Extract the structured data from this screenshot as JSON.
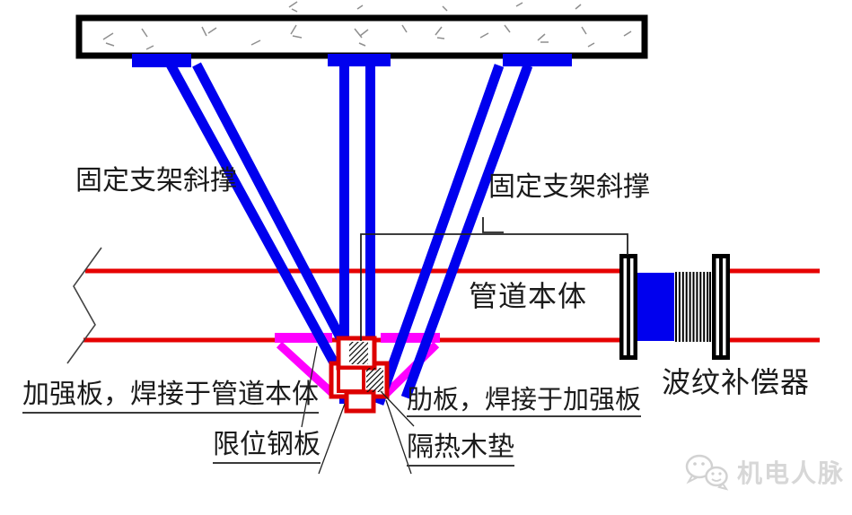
{
  "drawing": {
    "labels": {
      "left_brace": "固定支架斜撑",
      "right_brace": "固定支架斜撑",
      "pipe_body": "管道本体",
      "bellows": "波纹补偿器",
      "reinforce_plate": "加强板，焊接于管道本体",
      "limit_plate": "限位钢板",
      "rib_plate": "肋板，焊接于加强板",
      "wood_pad": "隔热木垫"
    },
    "watermark": {
      "brand": "机电人脉"
    },
    "icons": {
      "watermark_icon": "wechat-chat-bubbles-icon"
    },
    "colors": {
      "brace_blue": "#0000EE",
      "pipe_red": "#E60000",
      "reinforce_magenta": "#FF00FF",
      "frame_red": "#DD0000",
      "slab_outline_black": "#000000",
      "leader_black": "#222222",
      "watermark_gray": "#D7D7D7"
    }
  }
}
